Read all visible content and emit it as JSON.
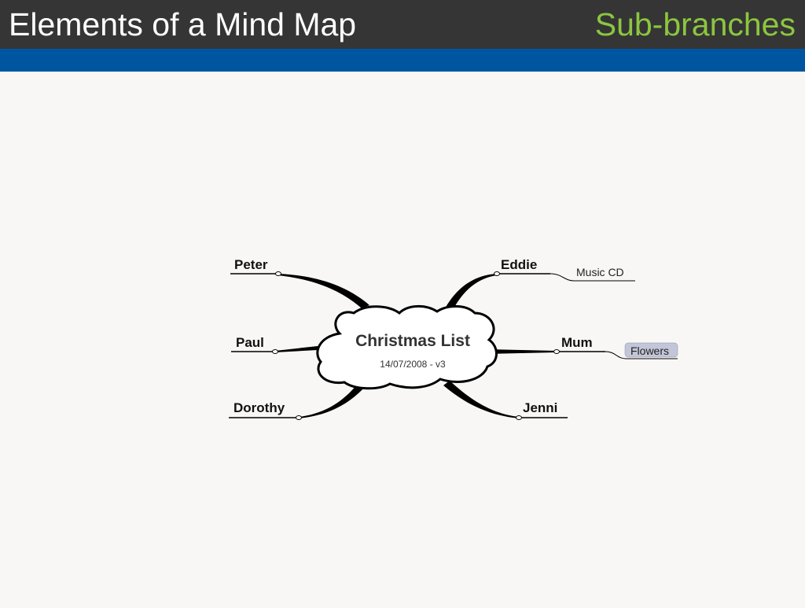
{
  "slide": {
    "title": "Elements of a Mind Map",
    "subtitle": "Sub-branches"
  },
  "colors": {
    "header_bg": "#353535",
    "title_text": "#ffffff",
    "subtitle_text": "#8cc63f",
    "blue_bar": "#0055a0",
    "background": "#f8f7f5",
    "tag_bg": "#c3c6d8"
  },
  "mindmap": {
    "central": {
      "label": "Christmas List",
      "date": "14/07/2008 - v3"
    },
    "branches": [
      {
        "label": "Peter"
      },
      {
        "label": "Paul"
      },
      {
        "label": "Dorothy"
      },
      {
        "label": "Eddie",
        "sub": "Music CD"
      },
      {
        "label": "Mum",
        "sub": "Flowers"
      },
      {
        "label": "Jenni"
      }
    ]
  }
}
